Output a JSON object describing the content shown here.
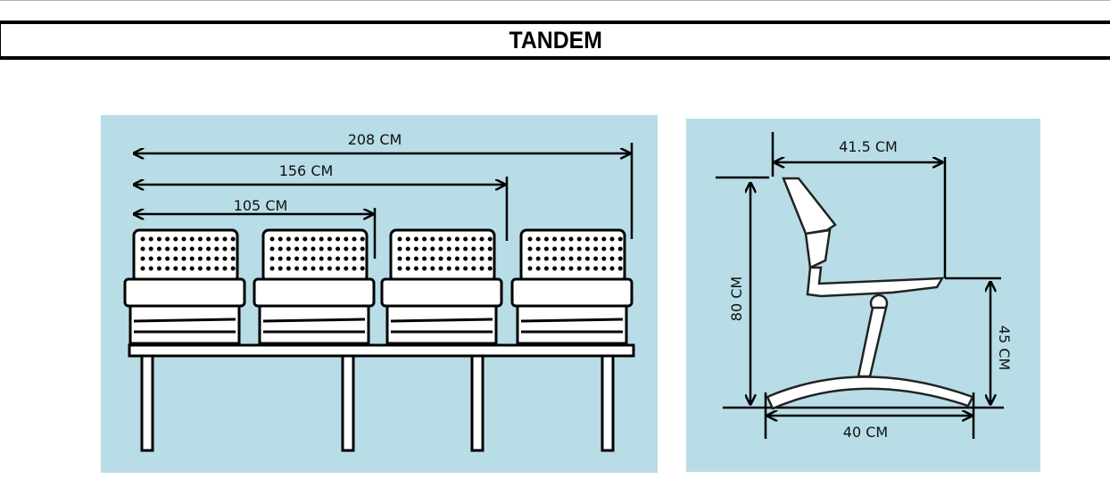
{
  "title": "TANDEM",
  "front_view": {
    "dimensions": [
      "208 CM",
      "156 CM",
      "105 CM"
    ],
    "seat_count": 4
  },
  "side_view": {
    "depth": "41.5 CM",
    "height": "80 CM",
    "seat_height": "45 CM",
    "base_width": "40 CM"
  },
  "colors": {
    "panel_bg": "#b8dde6"
  }
}
